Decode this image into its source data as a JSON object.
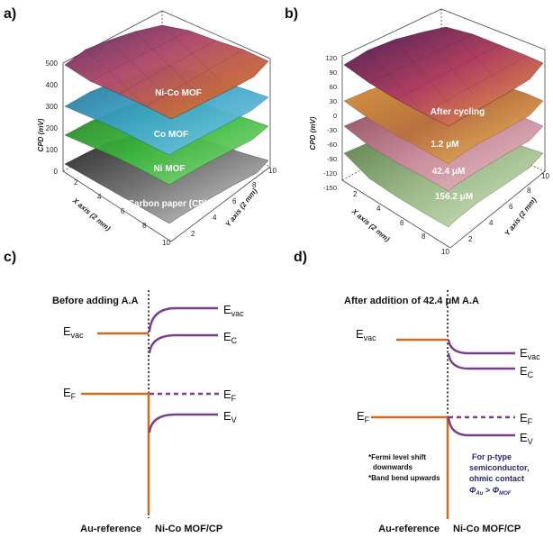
{
  "panels": {
    "a": {
      "letter": "a)",
      "y_axis_label": "CPD (mV)",
      "x_axis_label": "X axis (2 mm)",
      "y2_axis_label": "Y axis (2 mm)",
      "z_ticks": [
        "500",
        "400",
        "300",
        "200",
        "100",
        "0"
      ],
      "x_ticks": [
        "2",
        "4",
        "6",
        "8",
        "10"
      ],
      "y_ticks": [
        "2",
        "4",
        "6",
        "8",
        "10"
      ],
      "layers": [
        "Ni-Co MOF",
        "Co MOF",
        "Ni MOF",
        "Carbon paper (CP)"
      ]
    },
    "b": {
      "letter": "b)",
      "y_axis_label": "CPD (mV)",
      "x_axis_label": "X axis (2 mm)",
      "y2_axis_label": "Y axis (2 mm)",
      "z_ticks": [
        "120",
        "90",
        "60",
        "30",
        "0",
        "-30",
        "-60",
        "-90",
        "-120",
        "-150"
      ],
      "x_ticks": [
        "2",
        "4",
        "6",
        "8",
        "10"
      ],
      "y_ticks": [
        "2",
        "4",
        "6",
        "8",
        "10"
      ],
      "layers": [
        "After cycling",
        "1.2 μM",
        "42.4 μM",
        "156.2 μM"
      ]
    },
    "c": {
      "letter": "c)",
      "title": "Before adding A.A",
      "evac_left": "E",
      "evac_left_sub": "vac",
      "ef_left": "E",
      "ef_left_sub": "F",
      "evac_right": "E",
      "evac_right_sub": "vac",
      "ec_right": "E",
      "ec_right_sub": "C",
      "ef_right": "E",
      "ef_right_sub": "F",
      "ev_right": "E",
      "ev_right_sub": "V",
      "bottom_left": "Au-reference",
      "bottom_right": "Ni-Co MOF/CP"
    },
    "d": {
      "letter": "d)",
      "title": "After addition of 42.4 μM A.A",
      "evac_left": "E",
      "evac_left_sub": "vac",
      "ef_left": "E",
      "ef_left_sub": "F",
      "evac_right": "E",
      "evac_right_sub": "vac",
      "ec_right": "E",
      "ec_right_sub": "C",
      "ef_right": "E",
      "ef_right_sub": "F",
      "ev_right": "E",
      "ev_right_sub": "V",
      "note1": "*Fermi level shift",
      "note2": "downwards",
      "note3": "*Band bend upwards",
      "blue1": "For p-type",
      "blue2": "semiconductor,",
      "blue3": "ohmic contact",
      "blue4_a": "Φ",
      "blue4_a_sub": "Au",
      "blue4_op": " > ",
      "blue4_b": "Φ",
      "blue4_b_sub": "MOF",
      "bottom_left": "Au-reference",
      "bottom_right": "Ni-Co MOF/CP"
    }
  },
  "colors": {
    "orange": "#cc6a1e",
    "purple": "#7a3d8f",
    "black": "#111111"
  }
}
